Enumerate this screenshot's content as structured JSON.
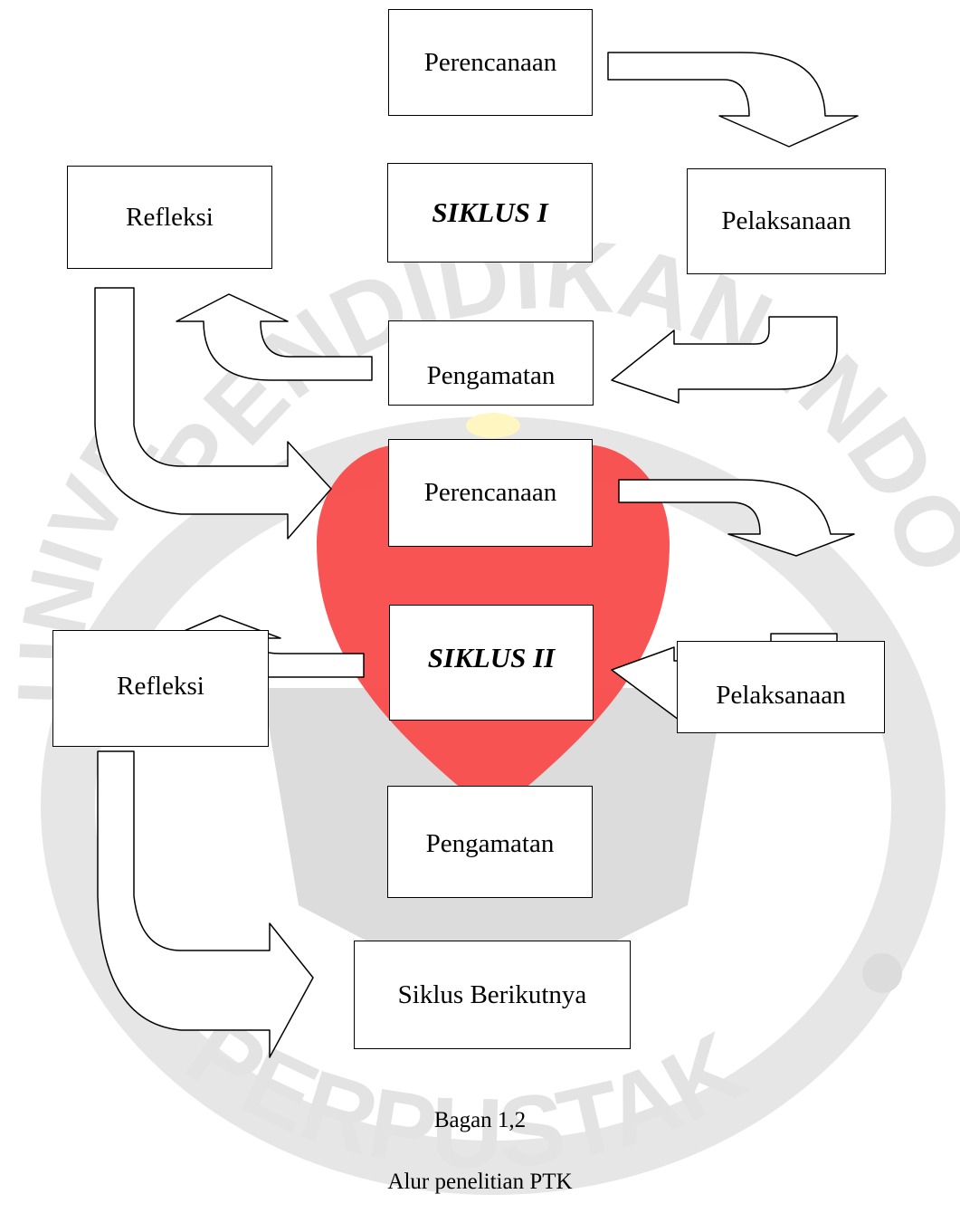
{
  "diagram": {
    "cycle1": {
      "planning": "Perencanaan",
      "cycle_label": "SIKLUS I",
      "reflection": "Refleksi",
      "action": "Pelaksanaan",
      "observation": "Pengamatan"
    },
    "cycle2": {
      "planning": "Perencanaan",
      "cycle_label": "SIKLUS II",
      "reflection": "Refleksi",
      "action": "Pelaksanaan",
      "observation": "Pengamatan"
    },
    "next_cycle": "Siklus Berikutnya"
  },
  "caption": {
    "figure_number": "Bagan 1,2",
    "title": "Alur penelitian PTK"
  },
  "watermark": {
    "arc_text_top": "PENDIDIKAN INDONESIA",
    "arc_text_left": "UNIVERSITAS",
    "arc_text_bottom": "PERPUSTAKAAN",
    "colors": {
      "red": "#f94b4b",
      "gray": "#d9d9d9",
      "yellow": "#fff6c2"
    }
  }
}
